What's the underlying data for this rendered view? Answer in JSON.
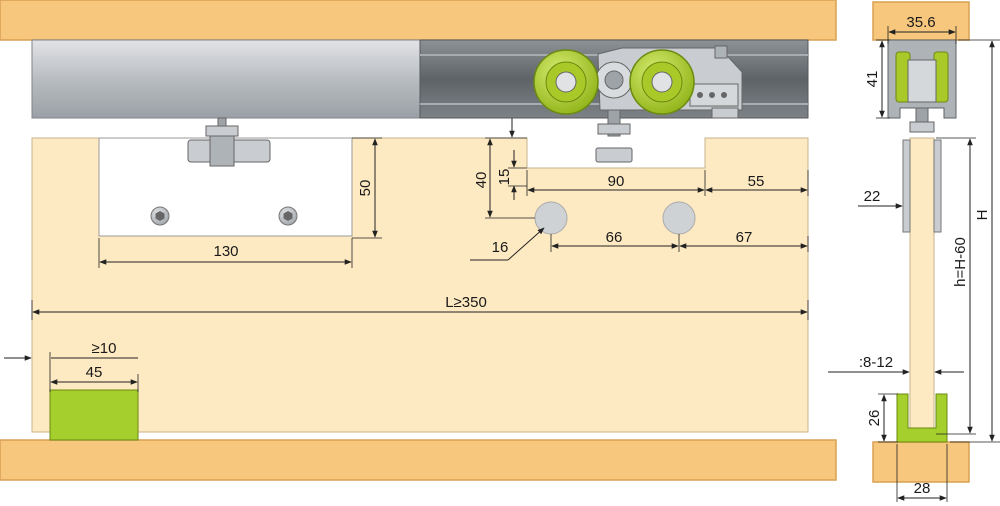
{
  "colors": {
    "wood": "#fde9c2",
    "beam": "#f7c77d",
    "beam_edge": "#d9a052",
    "rail_light": "#b9bdc1",
    "rail_dark": "#6f7479",
    "wheel": "#b5d334",
    "wheel_dark": "#6b8a10",
    "guide": "#9fcf2a",
    "steel": "#c9ccd0",
    "text": "#1a1a1a"
  },
  "dimensions": {
    "d130": "130",
    "d50": "50",
    "d40": "40",
    "d15": "15",
    "d90": "90",
    "d55": "55",
    "d66": "66",
    "d67": "67",
    "d16": "16",
    "length": "L≥350",
    "gap_min": "≥10",
    "d45": "45",
    "d35_6": "35.6",
    "d41": "41",
    "d22": "22",
    "height": "H",
    "door_height": "h=H-60",
    "thickness": ":8-12",
    "d26": "26",
    "d28": "28"
  }
}
